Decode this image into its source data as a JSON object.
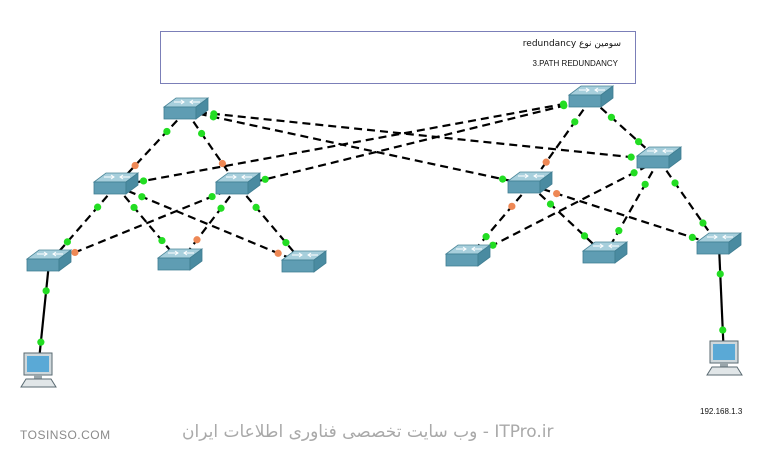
{
  "note": {
    "line1": "سومین نوع redundancy",
    "line2": "3.PATH REDUNDANCY"
  },
  "ip_label": "192.168.1.3",
  "watermark": {
    "left": "TOSINSO.COM",
    "right": "وب سایت تخصصی فناوری اطلاعات ایران - ITPro.ir"
  },
  "colors": {
    "link_up": "#22dd22",
    "link_blocked": "#ee8855",
    "switch_top": "#a7cfdc",
    "switch_side": "#5f9db3",
    "note_border": "#7b7fb8"
  },
  "diagram": {
    "nodes": [
      {
        "id": "sw_core_left",
        "type": "switch-icon"
      },
      {
        "id": "sw_core_right",
        "type": "switch-icon"
      },
      {
        "id": "sw_dist_l1",
        "type": "switch-icon"
      },
      {
        "id": "sw_dist_l2",
        "type": "switch-icon"
      },
      {
        "id": "sw_dist_r1",
        "type": "switch-icon"
      },
      {
        "id": "sw_dist_r2",
        "type": "switch-icon"
      },
      {
        "id": "sw_acc_l1",
        "type": "switch-icon"
      },
      {
        "id": "sw_acc_l2",
        "type": "switch-icon"
      },
      {
        "id": "sw_acc_l3",
        "type": "switch-icon"
      },
      {
        "id": "sw_acc_r1",
        "type": "switch-icon"
      },
      {
        "id": "sw_acc_r2",
        "type": "switch-icon"
      },
      {
        "id": "sw_acc_r3",
        "type": "switch-icon"
      },
      {
        "id": "pc_left",
        "type": "pc-icon"
      },
      {
        "id": "pc_right",
        "type": "pc-icon"
      }
    ],
    "links": [
      {
        "from": "sw_core_left",
        "to": "sw_dist_l1",
        "style": "dashed",
        "from_state": "up",
        "to_state": "blocked"
      },
      {
        "from": "sw_core_left",
        "to": "sw_dist_l2",
        "style": "dashed",
        "from_state": "up",
        "to_state": "blocked"
      },
      {
        "from": "sw_core_left",
        "to": "sw_dist_r1",
        "style": "dashed",
        "from_state": "up",
        "to_state": "up"
      },
      {
        "from": "sw_core_left",
        "to": "sw_dist_r2",
        "style": "dashed",
        "from_state": "up",
        "to_state": "up"
      },
      {
        "from": "sw_core_right",
        "to": "sw_dist_l1",
        "style": "dashed",
        "from_state": "up",
        "to_state": "up"
      },
      {
        "from": "sw_core_right",
        "to": "sw_dist_l2",
        "style": "dashed",
        "from_state": "up",
        "to_state": "up"
      },
      {
        "from": "sw_core_right",
        "to": "sw_dist_r1",
        "style": "dashed",
        "from_state": "up",
        "to_state": "blocked"
      },
      {
        "from": "sw_core_right",
        "to": "sw_dist_r2",
        "style": "dashed",
        "from_state": "up",
        "to_state": "up"
      },
      {
        "from": "sw_dist_l1",
        "to": "sw_acc_l1",
        "style": "dashed",
        "from_state": "up",
        "to_state": "up"
      },
      {
        "from": "sw_dist_l1",
        "to": "sw_acc_l2",
        "style": "dashed",
        "from_state": "up",
        "to_state": "up"
      },
      {
        "from": "sw_dist_l1",
        "to": "sw_acc_l3",
        "style": "dashed",
        "from_state": "up",
        "to_state": "blocked"
      },
      {
        "from": "sw_dist_l2",
        "to": "sw_acc_l1",
        "style": "dashed",
        "from_state": "up",
        "to_state": "blocked"
      },
      {
        "from": "sw_dist_l2",
        "to": "sw_acc_l2",
        "style": "dashed",
        "from_state": "up",
        "to_state": "blocked"
      },
      {
        "from": "sw_dist_l2",
        "to": "sw_acc_l3",
        "style": "dashed",
        "from_state": "up",
        "to_state": "up"
      },
      {
        "from": "sw_dist_r1",
        "to": "sw_acc_r1",
        "style": "dashed",
        "from_state": "blocked",
        "to_state": "up"
      },
      {
        "from": "sw_dist_r1",
        "to": "sw_acc_r2",
        "style": "dashed",
        "from_state": "up",
        "to_state": "up"
      },
      {
        "from": "sw_dist_r1",
        "to": "sw_acc_r3",
        "style": "dashed",
        "from_state": "blocked",
        "to_state": "up"
      },
      {
        "from": "sw_dist_r2",
        "to": "sw_acc_r1",
        "style": "dashed",
        "from_state": "up",
        "to_state": "up"
      },
      {
        "from": "sw_dist_r2",
        "to": "sw_acc_r2",
        "style": "dashed",
        "from_state": "up",
        "to_state": "up"
      },
      {
        "from": "sw_dist_r2",
        "to": "sw_acc_r3",
        "style": "dashed",
        "from_state": "up",
        "to_state": "up"
      },
      {
        "from": "sw_acc_l1",
        "to": "pc_left",
        "style": "solid",
        "from_state": "up",
        "to_state": "up"
      },
      {
        "from": "sw_acc_r3",
        "to": "pc_right",
        "style": "solid",
        "from_state": "up",
        "to_state": "up"
      }
    ]
  }
}
